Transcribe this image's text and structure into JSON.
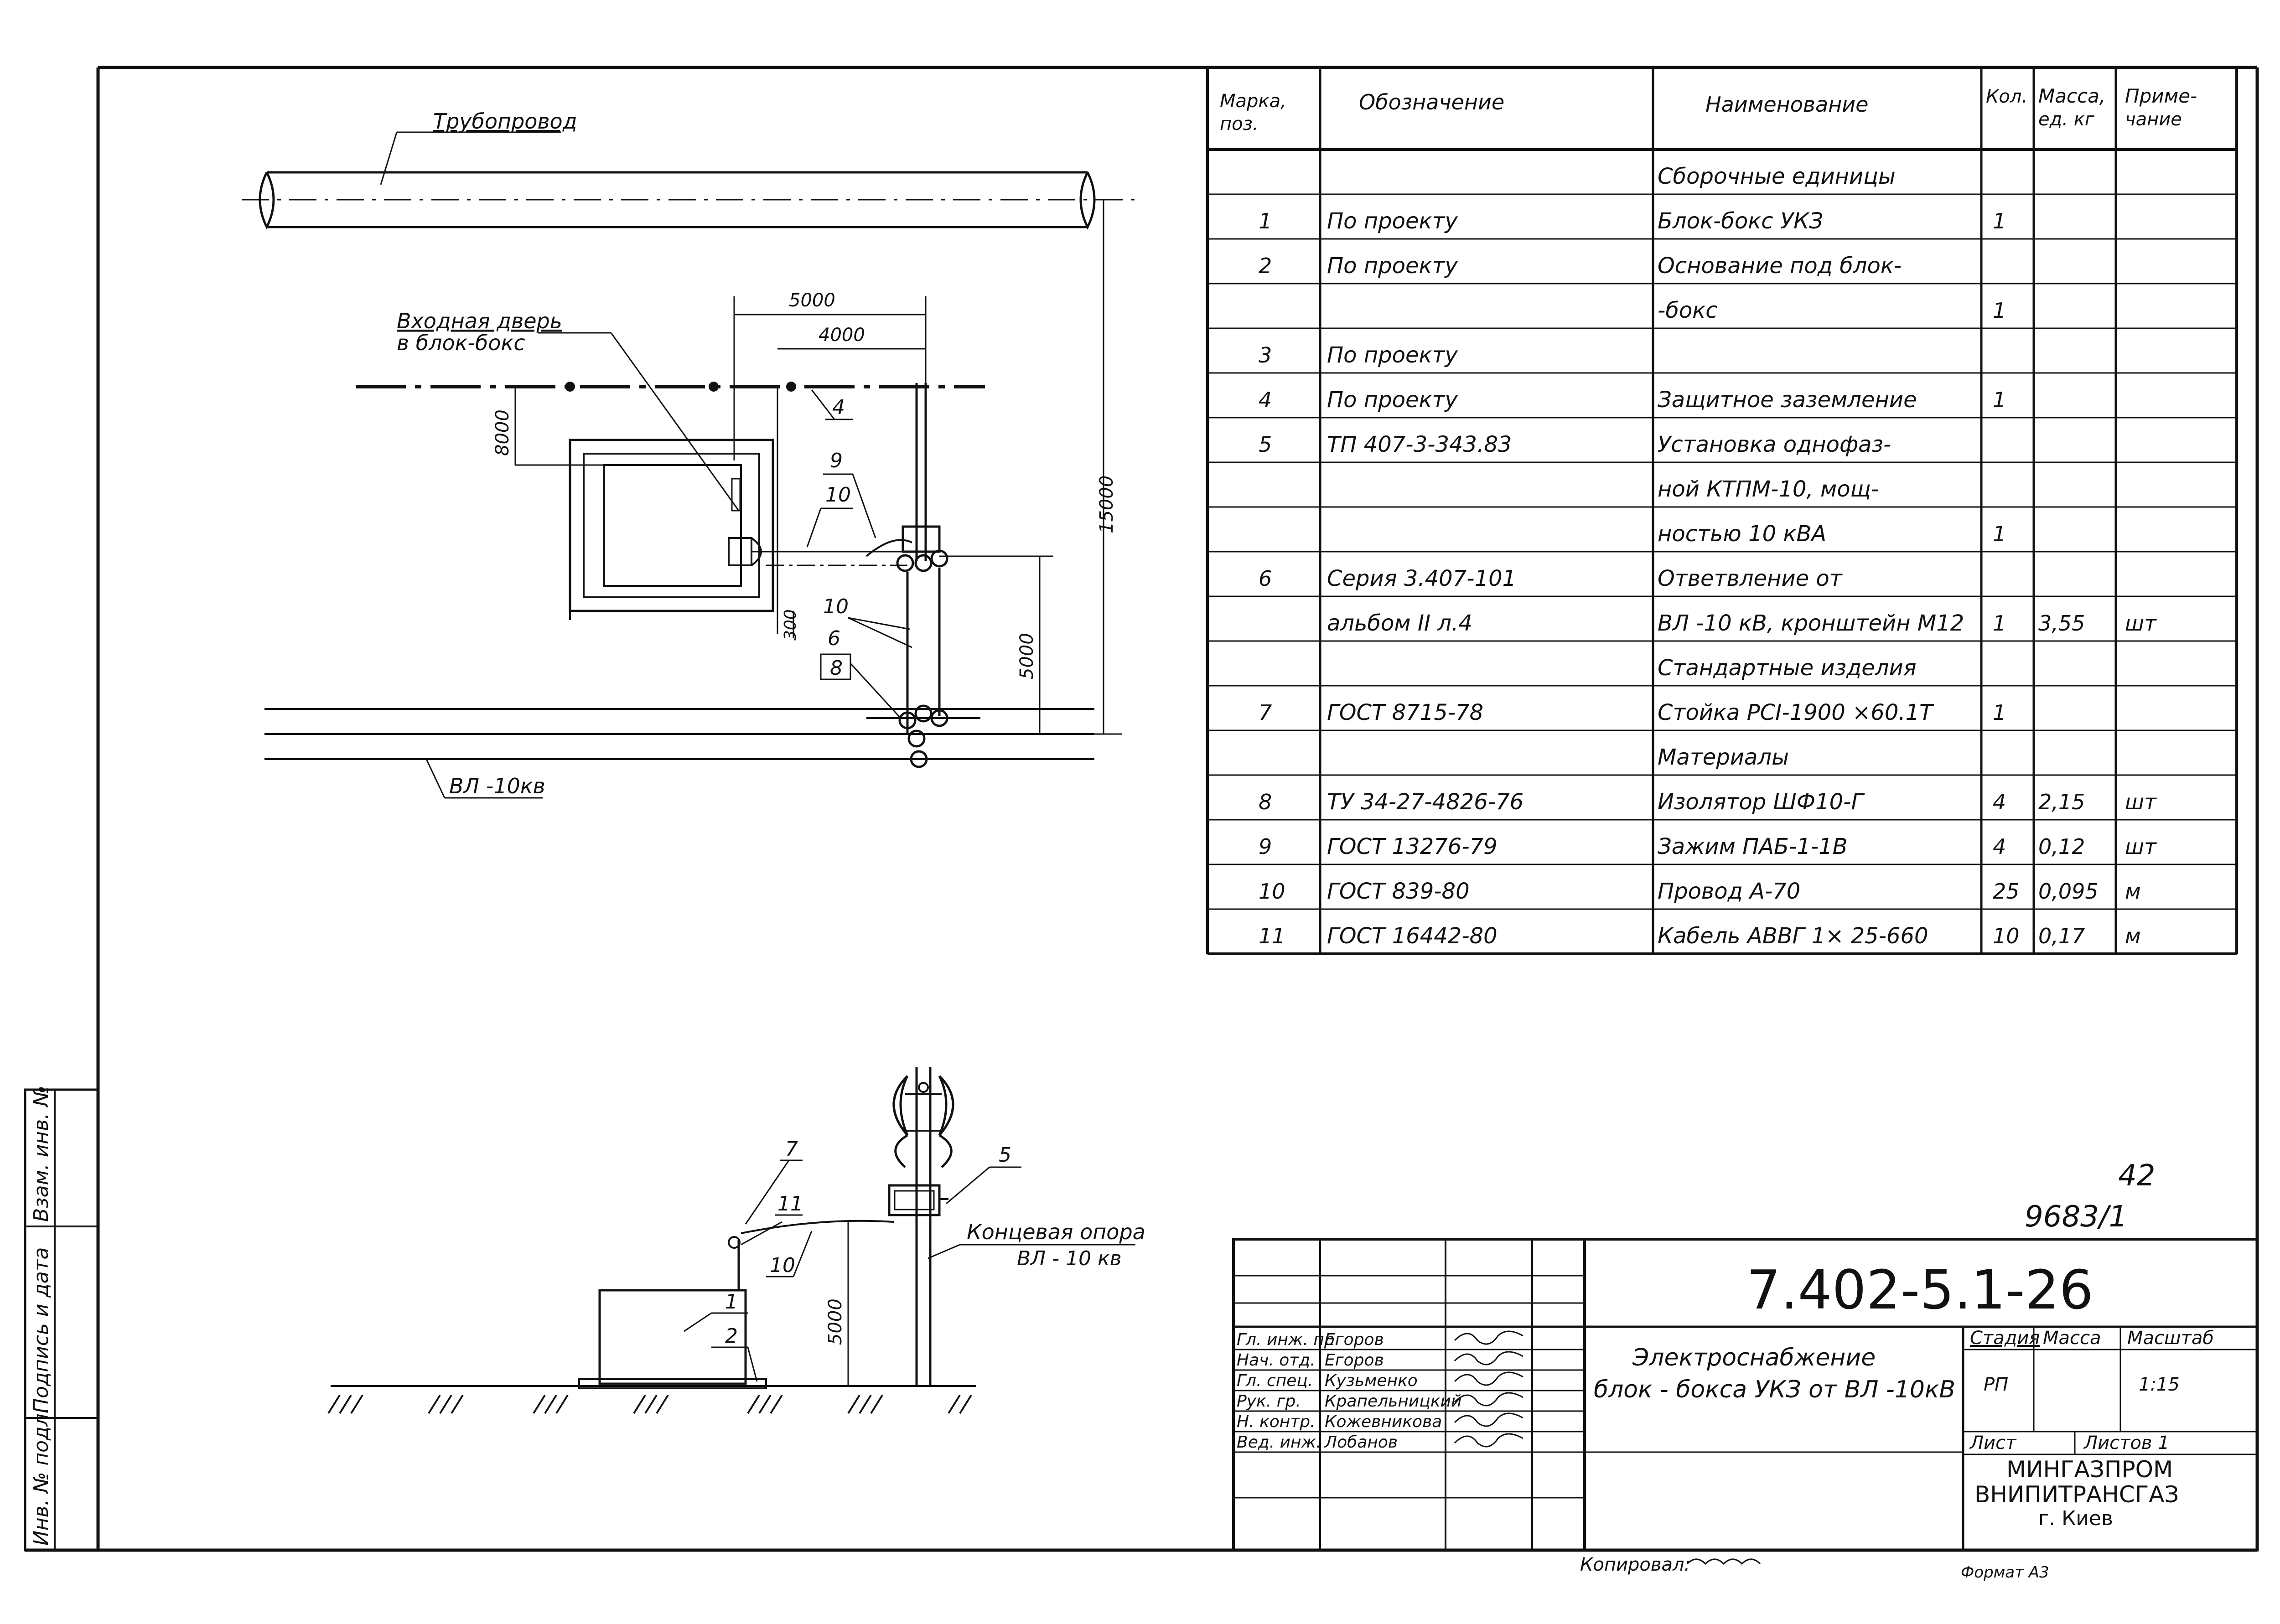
{
  "plan": {
    "pipeline_label": "Трубопровод",
    "door_label_1": "Входная дверь",
    "door_label_2": "в блок-бокс",
    "line_label": "ВЛ -10кв",
    "dims": {
      "d5000_top": "5000",
      "d4000": "4000",
      "d8000": "8000",
      "d15000": "15000",
      "d5000_side": "5000",
      "d300": "300"
    },
    "callouts": {
      "c4": "4",
      "c9": "9",
      "c10a": "10",
      "c10b": "10",
      "c6": "6",
      "c8": "8"
    }
  },
  "elevation": {
    "pole_label_1": "Концевая опора",
    "pole_label_2": "ВЛ - 10 кв",
    "dim5000": "5000",
    "callouts": {
      "c7": "7",
      "c11": "11",
      "c10": "10",
      "c1": "1",
      "c2": "2",
      "c5": "5"
    }
  },
  "spec_table": {
    "headers": {
      "mark": [
        "Марка,",
        "поз."
      ],
      "designation": "Обозначение",
      "name": "Наименование",
      "qty": "Кол.",
      "mass": [
        "Масса,",
        "ед. кг"
      ],
      "note": [
        "Приме-",
        "чание"
      ]
    },
    "rows": [
      {
        "pos": "",
        "designation": "",
        "name": "Сборочные единицы",
        "qty": "",
        "mass": "",
        "note": ""
      },
      {
        "pos": "1",
        "designation": "По проекту",
        "name": "Блок-бокс УКЗ",
        "qty": "1",
        "mass": "",
        "note": ""
      },
      {
        "pos": "2",
        "designation": "По проекту",
        "name": "Основание под блок-",
        "qty": "",
        "mass": "",
        "note": ""
      },
      {
        "pos": "",
        "designation": "",
        "name": "-бокс",
        "qty": "1",
        "mass": "",
        "note": ""
      },
      {
        "pos": "3",
        "designation": "По проекту",
        "name": "",
        "qty": "",
        "mass": "",
        "note": ""
      },
      {
        "pos": "4",
        "designation": "По проекту",
        "name": "Защитное заземление",
        "qty": "1",
        "mass": "",
        "note": ""
      },
      {
        "pos": "5",
        "designation": "ТП 407-3-343.83",
        "name": "Установка однофаз-",
        "qty": "",
        "mass": "",
        "note": ""
      },
      {
        "pos": "",
        "designation": "",
        "name": "ной КТПМ-10, мощ-",
        "qty": "",
        "mass": "",
        "note": ""
      },
      {
        "pos": "",
        "designation": "",
        "name": "ностью 10 кВА",
        "qty": "1",
        "mass": "",
        "note": ""
      },
      {
        "pos": "6",
        "designation": "Серия 3.407-101",
        "name": "Ответвление от",
        "qty": "",
        "mass": "",
        "note": ""
      },
      {
        "pos": "",
        "designation": "альбом II л.4",
        "name": "ВЛ -10 кВ, кронштейн М12",
        "qty": "1",
        "mass": "3,55",
        "note": "шт"
      },
      {
        "pos": "",
        "designation": "",
        "name": "Стандартные изделия",
        "qty": "",
        "mass": "",
        "note": ""
      },
      {
        "pos": "7",
        "designation": "ГОСТ 8715-78",
        "name": "Стойка РСI-1900 ×60.1Т",
        "qty": "1",
        "mass": "",
        "note": ""
      },
      {
        "pos": "",
        "designation": "",
        "name": "Материалы",
        "qty": "",
        "mass": "",
        "note": ""
      },
      {
        "pos": "8",
        "designation": "ТУ 34-27-4826-76",
        "name": "Изолятор ШФ10-Г",
        "qty": "4",
        "mass": "2,15",
        "note": "шт"
      },
      {
        "pos": "9",
        "designation": "ГОСТ 13276-79",
        "name": "Зажим ПАБ-1-1В",
        "qty": "4",
        "mass": "0,12",
        "note": "шт"
      },
      {
        "pos": "10",
        "designation": "ГОСТ 839-80",
        "name": "Провод А-70",
        "qty": "25",
        "mass": "0,095",
        "note": "м"
      },
      {
        "pos": "11",
        "designation": "ГОСТ 16442-80",
        "name": "Кабель АВВГ 1× 25-660",
        "qty": "10",
        "mass": "0,17",
        "note": "м"
      }
    ]
  },
  "sheet_number": "42",
  "sheet_ref": "9683/1",
  "title_block": {
    "code": "7.402-5.1-26",
    "title_line1": "Электроснабжение",
    "title_line2": "блок - бокса УКЗ от ВЛ -10кВ",
    "stage_label": "Стадия",
    "mass_label": "Масса",
    "scale_label": "Масштаб",
    "stage_value": "РП",
    "scale_value": "1:15",
    "sheet_label": "Лист",
    "sheets_label": "Листов 1",
    "org_line1": "МИНГАЗПРОМ",
    "org_line2": "ВНИПИТРАНСГАЗ",
    "org_line3": "г. Киев",
    "signers": [
      {
        "role": "Гл. инж. пр.",
        "name": "Егоров"
      },
      {
        "role": "Нач. отд.",
        "name": "Егоров"
      },
      {
        "role": "Гл. спец.",
        "name": "Кузьменко"
      },
      {
        "role": "Рук. гр.",
        "name": "Крапельницкий"
      },
      {
        "role": "Н. контр.",
        "name": "Кожевникова"
      },
      {
        "role": "Вед. инж.",
        "name": "Лобанов"
      }
    ],
    "copied_by": "Копировал:",
    "format": "Формат А3"
  },
  "side_stamp": {
    "inv_podl": "Инв. № подл.",
    "podpis_data": "Подпись и дата",
    "vzam_inv": "Взам. инв. №"
  }
}
